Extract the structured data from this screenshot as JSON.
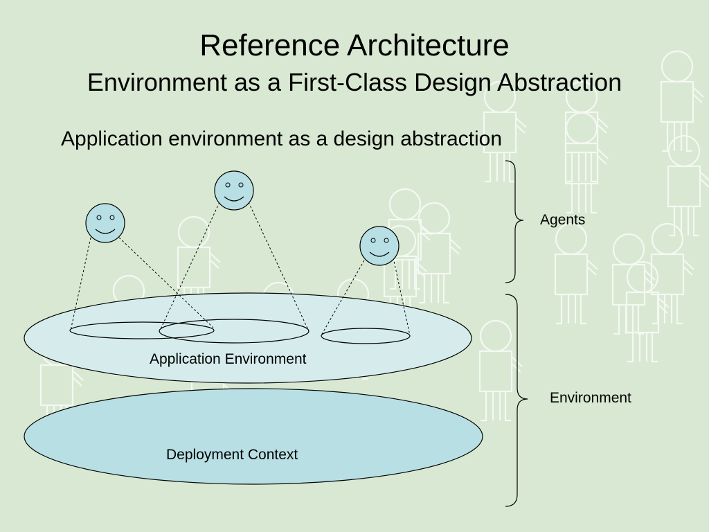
{
  "slide": {
    "title": "Reference Architecture",
    "subtitle": "Environment as a First-Class Design Abstraction",
    "bullet": "Application environment as a design abstraction"
  },
  "diagram": {
    "application_environment_label": "Application Environment",
    "deployment_context_label": "Deployment Context",
    "agents_brace_label": "Agents",
    "environment_brace_label": "Environment"
  },
  "colors": {
    "background": "#d9e8d3",
    "figure_outline": "#f4f8f2",
    "agent_face": "#b8dfe3",
    "application_environment_fill": "#d6ecec",
    "deployment_context_fill": "#b8dfe3"
  }
}
